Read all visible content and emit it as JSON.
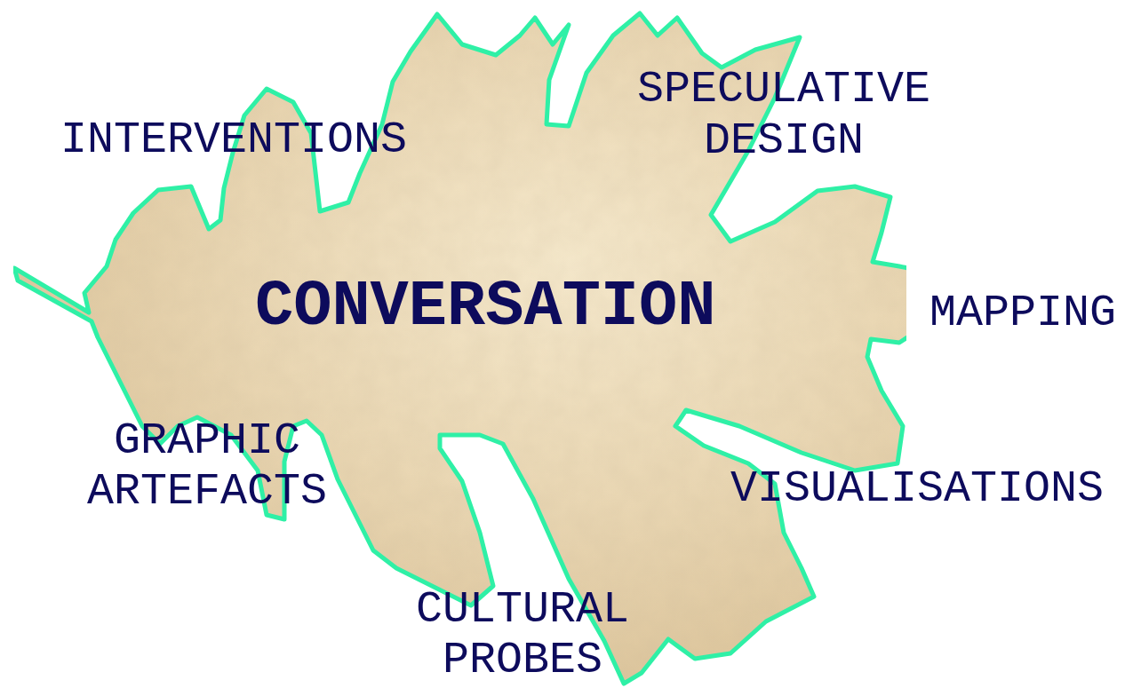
{
  "diagram": {
    "nodes": [
      {
        "text": [
          "CONVERSATION"
        ]
      }
    ],
    "labels": [
      "INTERVENTIONS",
      "SPECULATIVE DESIGN",
      "MAPPING",
      "GRAPHIC ARTEFACTS",
      "VISUALISATIONS",
      "CULTURAL PROBES"
    ]
  }
}
